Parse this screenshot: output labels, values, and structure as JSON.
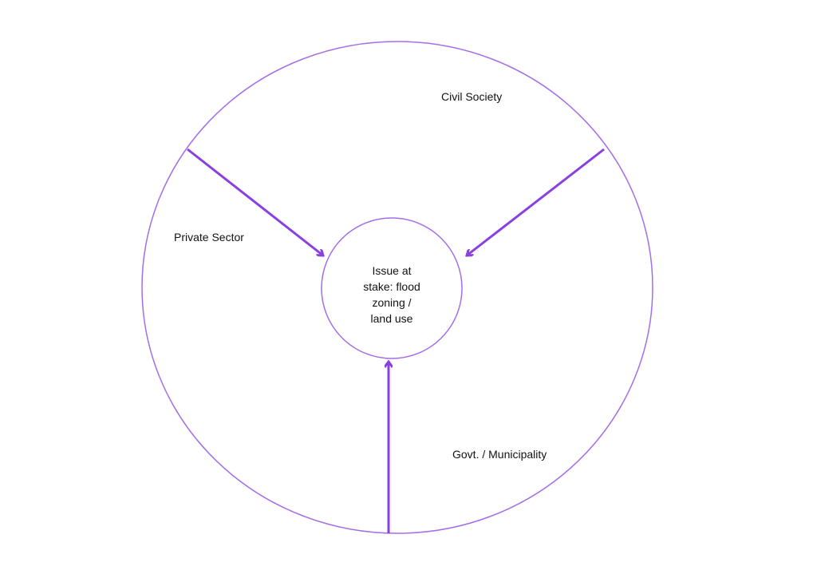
{
  "diagram": {
    "center": {
      "lines": [
        "Issue at",
        "stake: flood",
        "zoning /",
        "land use"
      ]
    },
    "sectors": [
      {
        "label": "Civil Society"
      },
      {
        "label": "Private Sector"
      },
      {
        "label": "Govt. / Municipality"
      }
    ]
  },
  "colors": {
    "circle": "#a36ee8",
    "arrow": "#8a3fe0"
  }
}
